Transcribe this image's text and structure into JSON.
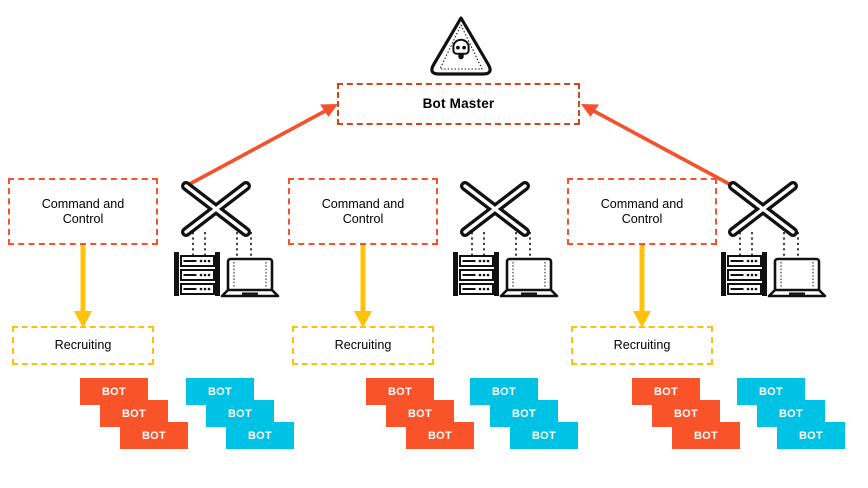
{
  "diagram": {
    "title_icon": "skull-warning-triangle-icon",
    "master": {
      "label": "Bot Master"
    },
    "colors": {
      "orange_red": "#F9532A",
      "cyan": "#00C2E4",
      "amber": "#FFC20A",
      "master_border": "#D1441E",
      "cc_border": "#F4512C",
      "arrow_orange": "#F4512C",
      "icon_black": "#111111"
    },
    "groups": [
      {
        "cc_label": "Command and\nControl",
        "recruiting_label": "Recruiting",
        "device_cluster": {
          "x_icon": "blocked-x-icon",
          "server_icon": "server-rack-icon",
          "laptop_icon": "laptop-icon"
        },
        "bots_orange": [
          "BOT",
          "BOT",
          "BOT"
        ],
        "bots_cyan": [
          "BOT",
          "BOT",
          "BOT"
        ]
      },
      {
        "cc_label": "Command and\nControl",
        "recruiting_label": "Recruiting",
        "device_cluster": {
          "x_icon": "blocked-x-icon",
          "server_icon": "server-rack-icon",
          "laptop_icon": "laptop-icon"
        },
        "bots_orange": [
          "BOT",
          "BOT",
          "BOT"
        ],
        "bots_cyan": [
          "BOT",
          "BOT",
          "BOT"
        ]
      },
      {
        "cc_label": "Command and\nControl",
        "recruiting_label": "Recruiting",
        "device_cluster": {
          "x_icon": "blocked-x-icon",
          "server_icon": "server-rack-icon",
          "laptop_icon": "laptop-icon"
        },
        "bots_orange": [
          "BOT",
          "BOT",
          "BOT"
        ],
        "bots_cyan": [
          "BOT",
          "BOT",
          "BOT"
        ]
      }
    ],
    "connectors": {
      "left_arrow_to_master": "arrow-up-right-icon",
      "right_arrow_to_master": "arrow-up-left-icon",
      "cc_to_recruiting_arrow": "arrow-down-icon"
    }
  }
}
